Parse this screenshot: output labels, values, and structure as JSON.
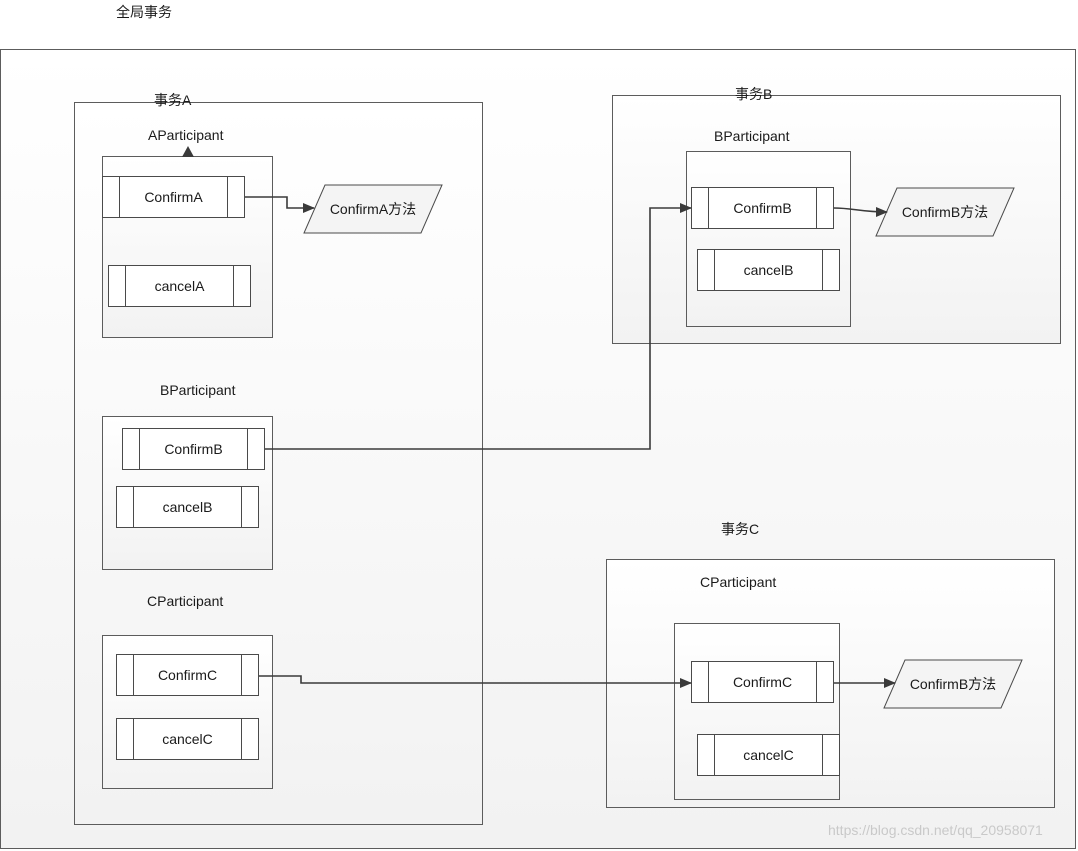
{
  "global": {
    "title": "全局事务"
  },
  "txA": {
    "title": "事务A",
    "a_participant": {
      "label": "AParticipant",
      "confirm": "ConfirmA",
      "cancel": "cancelA"
    },
    "b_participant": {
      "label": "BParticipant",
      "confirm": "ConfirmB",
      "cancel": "cancelB"
    },
    "c_participant": {
      "label": "CParticipant",
      "confirm": "ConfirmC",
      "cancel": "cancelC"
    },
    "method": "ConfirmA方法"
  },
  "txB": {
    "title": "事务B",
    "participant": {
      "label": "BParticipant",
      "confirm": "ConfirmB",
      "cancel": "cancelB"
    },
    "method": "ConfirmB方法"
  },
  "txC": {
    "title": "事务C",
    "participant": {
      "label": "CParticipant",
      "confirm": "ConfirmC",
      "cancel": "cancelC"
    },
    "method": "ConfirmB方法"
  },
  "watermark": "https://blog.csdn.net/qq_20958071",
  "colors": {
    "line": "#3a3a3a",
    "border": "#5c5c5c",
    "watermark": "#c9c9c9"
  }
}
